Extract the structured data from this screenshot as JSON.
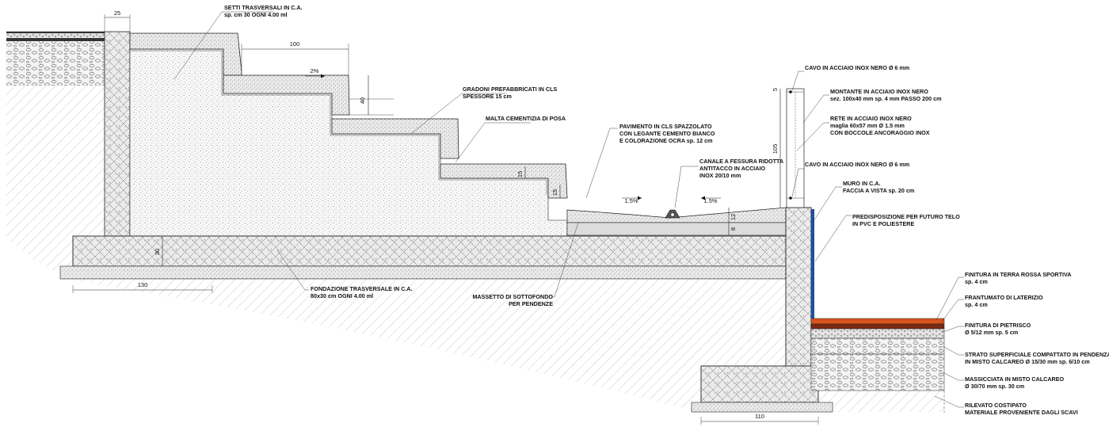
{
  "labels": {
    "setti_1": "SETTI TRASVERSALI IN C.A.",
    "setti_2": "sp. cm 30 OGNI 4.00 ml",
    "gradoni_1": "GRADONI PREFABBRICATI IN CLS",
    "gradoni_2": "SPESSORE 15 cm",
    "malta": "MALTA CEMENTIZIA DI POSA",
    "pav_1": "PAVIMENTO IN CLS SPAZZOLATO",
    "pav_2": "CON LEGANTE CEMENTO BIANCO",
    "pav_3": "E COLORAZIONE OCRA sp. 12 cm",
    "canale_1": "CANALE A FESSURA RIDOTTA",
    "canale_2": "ANTITACCO IN ACCIAIO",
    "canale_3": "INOX 20/10 mm",
    "cavo_top": "CAVO IN ACCIAIO INOX NERO Ø 6 mm",
    "montante_1": "MONTANTE IN ACCIAIO INOX NERO",
    "montante_2": "sez. 100x40 mm sp. 4 mm PASSO 200 cm",
    "rete_1": "RETE IN ACCIAIO INOX NERO",
    "rete_2": "maglia 60x57 mm Ø 1.5 mm",
    "rete_3": "CON BOCCOLE ANCORAGGIO INOX",
    "cavo_bottom": "CAVO IN ACCIAIO INOX NERO Ø 6 mm",
    "muro_1": "MURO IN C.A.",
    "muro_2": "FACCIA A VISTA sp. 20 cm",
    "telo_1": "PREDISPOSIZIONE PER FUTURO TELO",
    "telo_2": "IN PVC E POLIESTERE",
    "fondazione_1": "FONDAZIONE TRASVERSALE IN C.A.",
    "fondazione_2": "80x30 cm OGNI 4.00 ml",
    "massetto_1": "MASSETTO DI SOTTOFONDO",
    "massetto_2": "PER PENDENZE",
    "finitura_1": "FINITURA IN TERRA ROSSA SPORTIVA",
    "finitura_2": "sp. 4 cm",
    "frant_1": "FRANTUMATO DI LATERIZIO",
    "frant_2": "sp. 4 cm",
    "pietrisco_1": "FINITURA DI PIETRISCO",
    "pietrisco_2": "Ø 5/12 mm sp. 5 cm",
    "strato_1": "STRATO SUPERFICIALE COMPATTATO IN PENDENZA",
    "strato_2": "IN MISTO CALCAREO Ø 15/30 mm sp. 6/10 cm",
    "massicciata_1": "MASSICCIATA IN MISTO CALCAREO",
    "massicciata_2": "Ø 30/70 mm sp. 30 cm",
    "rilevato_1": "RILEVATO COSTIPATO",
    "rilevato_2": "MATERIALE PROVENIENTE DAGLI SCAVI"
  },
  "dims": {
    "d25": "25",
    "d100": "100",
    "d2pct": "2%",
    "d40": "40",
    "d15a": "15",
    "d15b": "15",
    "d1_5a": "1.5%",
    "d1_5b": "1.5%",
    "d12": "12",
    "d8": "8",
    "d30": "30",
    "d130": "130",
    "d105": "105",
    "d5": "5",
    "d110": "110"
  },
  "colors": {
    "terra_rossa": "#d9541e",
    "telo": "#1e4fa0",
    "gradoni_fill": "#e4e1d0",
    "massetto_fill": "#dcdcdc"
  }
}
